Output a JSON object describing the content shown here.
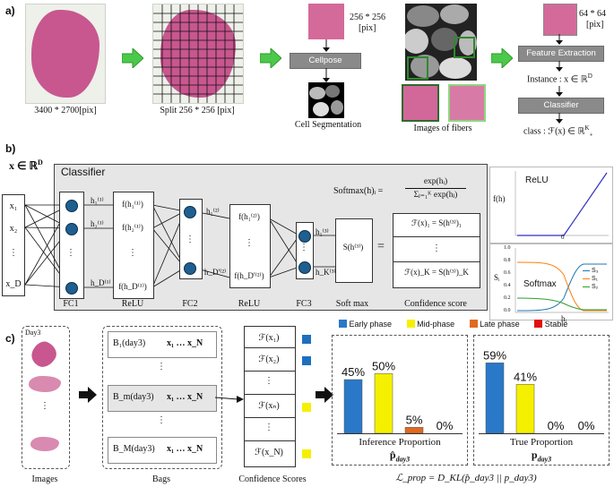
{
  "panel_a": {
    "label": "a)",
    "wsi_caption": "3400 * 2700[pix]",
    "split_caption": "Split 256 * 256 [pix]",
    "patch_size": "256 * 256",
    "patch_unit": "[pix]",
    "cellpose": "Cellpose",
    "cell_seg": "Cell Segmentation",
    "fibers": "Images of fibers",
    "fiber_size": "64 * 64",
    "fiber_unit": "[pix]",
    "feature_extraction": "Feature Extraction",
    "instance": "Instance : x ∈ ℝ",
    "instance_sup": "D",
    "classifier": "Classifier",
    "class_label": "class : ℱ(x) ∈ ℝ",
    "class_sup": "K",
    "class_sub": "+"
  },
  "panel_b": {
    "label": "b)",
    "input": "x ∈ ℝ",
    "input_sup": "D",
    "classifier_title": "Classifier",
    "x_nodes": [
      "x₁",
      "x₂",
      "⋮",
      "x_D"
    ],
    "softmax_formula": "Softmax(h)ᵢ = exp(hᵢ) / Σⱼ₌₁ᴷ exp(hⱼ)",
    "softmax_lhs": "Softmax(h)ᵢ =",
    "softmax_num": "exp(hᵢ)",
    "softmax_den": "Σⱼ₌₁ᴷ exp(hⱼ)",
    "h1_labels": [
      "h₁⁽¹⁾",
      "h₂⁽¹⁾",
      "h_D⁽¹⁾"
    ],
    "f1_labels": [
      "f(h₁⁽¹⁾)",
      "f(h₂⁽¹⁾)",
      "⋮",
      "f(h_D⁽¹⁾)"
    ],
    "h2_labels": [
      "h₁⁽²⁾",
      "h_D'⁽²⁾"
    ],
    "f2_labels": [
      "f(h₁⁽²⁾)",
      "⋮",
      "f(h_D'⁽²⁾)"
    ],
    "h3_labels": [
      "h₁⁽³⁾",
      "h_K⁽³⁾"
    ],
    "s_label": "S(h⁽³⁾)",
    "equals": "=",
    "conf": [
      "ℱ(x)₁ = S(h⁽³⁾)₁",
      "⋮",
      "ℱ(x)_K = S(h⁽³⁾)_K"
    ],
    "layer_labels": [
      "FC1",
      "ReLU",
      "FC2",
      "ReLU",
      "FC3",
      "Soft max",
      "Confidence score"
    ],
    "relu_title": "ReLU",
    "relu_ylabel": "f(h)",
    "relu_tick": "0",
    "softmax_title": "Softmax",
    "softmax_ylabel": "Sᵢ",
    "softmax_xlabel": "hᵢ",
    "softmax_legend": [
      "S₃",
      "S₁",
      "S₂"
    ],
    "softmax_yticks": [
      "1.0",
      "0.8",
      "0.6",
      "0.4",
      "0.2",
      "0.0"
    ],
    "colors": {
      "node": "#1f5f8f",
      "s3": "#1f77b4",
      "s1": "#ff7f0e",
      "s2": "#2ca02c",
      "relu": "#3030c0"
    }
  },
  "panel_c": {
    "label": "c)",
    "day": "Day3",
    "images": "Images",
    "bags_label": "Bags",
    "bags": [
      "B₁(day3)",
      "⋮",
      "B_m(day3)",
      "⋮",
      "B_M(day3)"
    ],
    "bag_x": "x₁ … x_N",
    "scores": [
      "ℱ(x₁)",
      "ℱ(x₂)",
      "⋮",
      "ℱ(xₙ)",
      "⋮",
      "ℱ(x_N)"
    ],
    "score_colors": [
      "#1f6fbf",
      "#1f6fbf",
      "",
      "#f5f000",
      "",
      "#f5f000"
    ],
    "scores_label": "Confidence Scores",
    "legend": [
      {
        "name": "Early phase",
        "color": "#2a78c8"
      },
      {
        "name": "Mid-phase",
        "color": "#f5f000"
      },
      {
        "name": "Late phase",
        "color": "#e06a20"
      },
      {
        "name": "Stable",
        "color": "#e01010"
      }
    ],
    "inference_title": "Inference Proportion",
    "inference_sym": "p̂",
    "inference_sub": "day3",
    "true_title": "True Proportion",
    "true_sym": "p",
    "true_sub": "day3",
    "loss": "ℒ_prop = D_KL(p̂_day3 || p_day3)"
  },
  "chart_data": [
    {
      "type": "bar",
      "title": "Inference Proportion",
      "categories": [
        "Early phase",
        "Mid-phase",
        "Late phase",
        "Stable"
      ],
      "values": [
        45,
        50,
        5,
        0
      ],
      "labels": [
        "45%",
        "50%",
        "5%",
        "0%"
      ]
    },
    {
      "type": "bar",
      "title": "True Proportion",
      "categories": [
        "Early phase",
        "Mid-phase",
        "Late phase",
        "Stable"
      ],
      "values": [
        59,
        41,
        0,
        0
      ],
      "labels": [
        "59%",
        "41%",
        "0%",
        "0%"
      ]
    }
  ]
}
